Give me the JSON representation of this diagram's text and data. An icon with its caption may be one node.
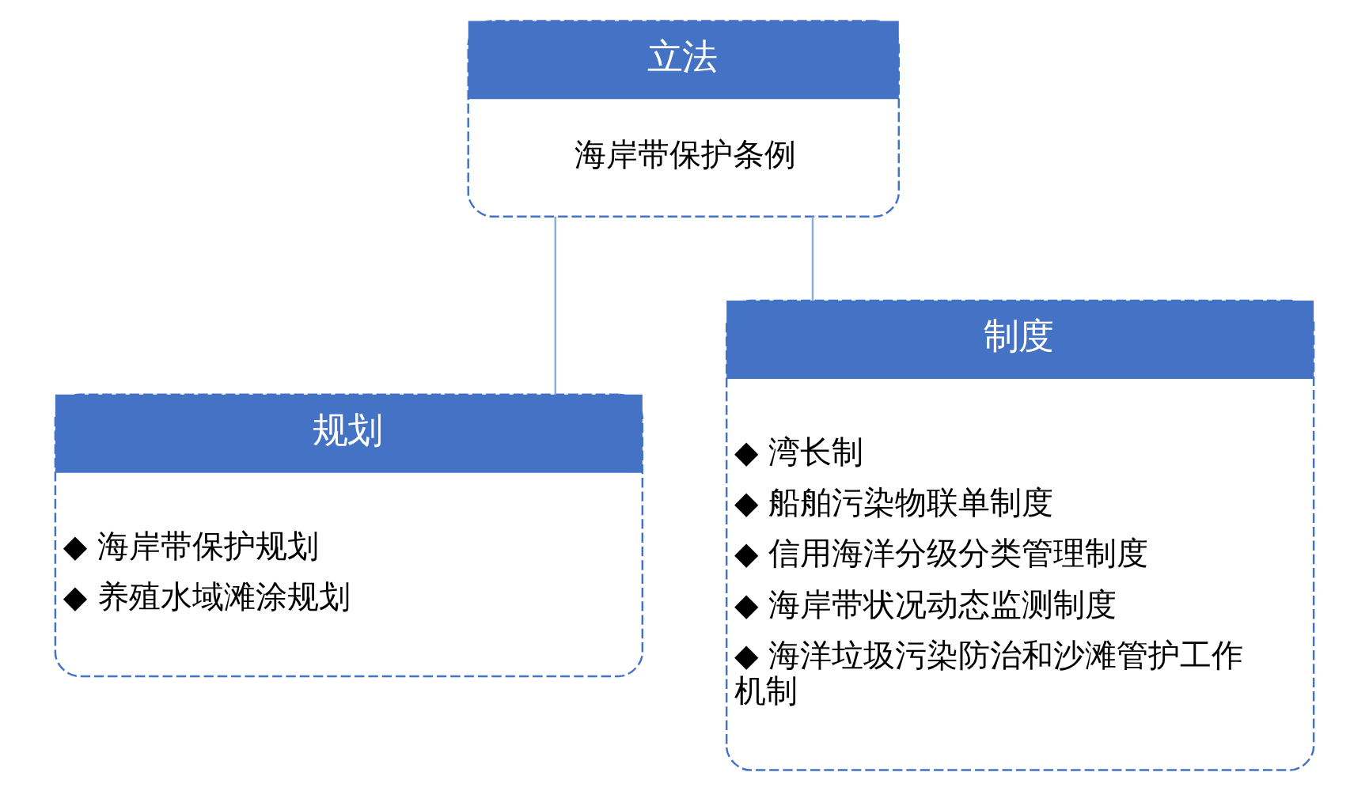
{
  "diagram": {
    "nodes": [
      {
        "text": [
          "立法",
          "海岸带保护条例"
        ]
      },
      {
        "text": [
          "规划",
          "◆ 海岸带保护规划",
          "◆ 养殖水域滩涂规划"
        ]
      },
      {
        "text": [
          "制度",
          "◆ 湾长制",
          "◆ 船舶污染物联单制度",
          "◆ 信用海洋分级分类管理制度",
          "◆ 海岸带状况动态监测制度",
          "◆ 海洋垃圾污染防治和沙滩管护工作机制"
        ]
      }
    ],
    "edges": [
      {
        "from": 0,
        "to": 1,
        "arrow": "none"
      },
      {
        "from": 0,
        "to": 2,
        "arrow": "none"
      }
    ]
  }
}
